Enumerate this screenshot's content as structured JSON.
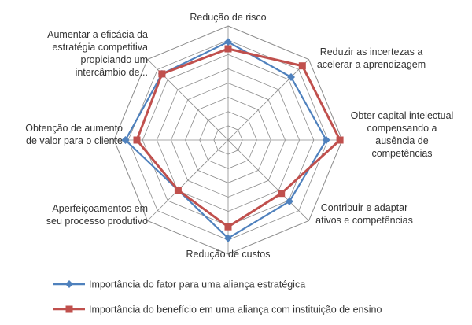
{
  "chart_data": {
    "type": "radar",
    "categories": [
      [
        "Redução de risco"
      ],
      [
        "Reduzir as incertezas a",
        "acelerar a aprendizagem"
      ],
      [
        "Obter capital intelectual",
        "compensando a",
        "ausência de",
        "competências"
      ],
      [
        "Contribuir e adaptar",
        "ativos e competências"
      ],
      [
        "Redução de custos"
      ],
      [
        "Aperfeiçoamentos em",
        "seu processo produtivo"
      ],
      [
        "Obtenção de aumento",
        "de valor para o cliente"
      ],
      [
        "Aumentar a eficácia da",
        "estratégia competitiva",
        "propiciando um",
        "intercâmbio de..."
      ]
    ],
    "rmax": 5,
    "grid_levels": 8,
    "series": [
      {
        "name": "Importância do fator para uma aliança estratégica",
        "color": "#4f81bd",
        "marker": "diamond",
        "values": [
          4.3,
          3.9,
          4.3,
          3.8,
          4.3,
          3.1,
          4.5,
          4.1
        ]
      },
      {
        "name": "Importância do benefício em uma aliança com instituição de ensino",
        "color": "#c0504d",
        "marker": "square",
        "values": [
          4.0,
          4.6,
          4.9,
          3.3,
          3.8,
          3.1,
          4.0,
          4.1
        ]
      }
    ],
    "grid_color": "#8c8c8c"
  }
}
